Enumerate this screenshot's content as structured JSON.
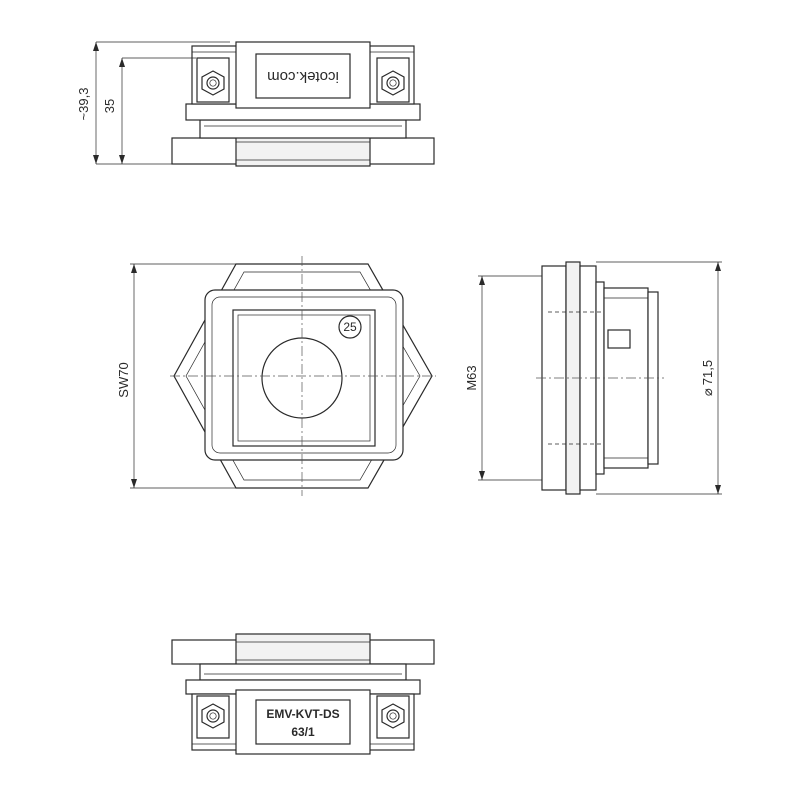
{
  "dimensions": {
    "overall_height": "~39,3",
    "body_height": "35",
    "wrench_size": "SW70",
    "thread": "M63",
    "outer_diameter": "71,5",
    "diameter_symbol": "⌀"
  },
  "labels": {
    "brand": "icotek.com",
    "part_name": "EMV-KVT-DS",
    "part_size": "63/1",
    "insert_size": "25"
  }
}
